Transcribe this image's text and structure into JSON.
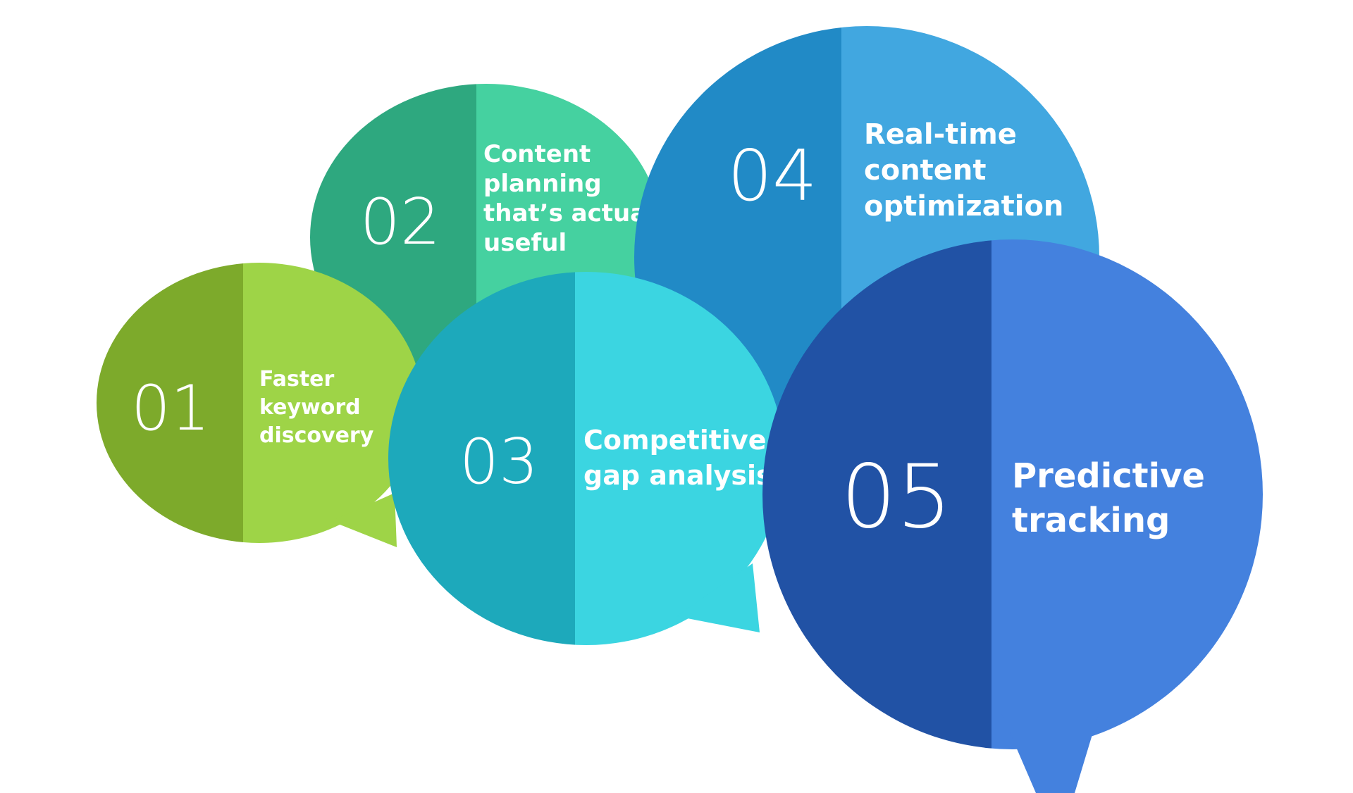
{
  "bubbles": [
    {
      "id": "b1",
      "number": "01",
      "lines": [
        "Faster",
        "keyword",
        "discovery"
      ],
      "dark_color": "#7DAA2B",
      "light_color": "#9ED447"
    },
    {
      "id": "b2",
      "number": "02",
      "lines": [
        "Content",
        "planning",
        "that’s actually",
        "useful"
      ],
      "dark_color": "#2EA87F",
      "light_color": "#45D1A0"
    },
    {
      "id": "b3",
      "number": "03",
      "lines": [
        "Competitive",
        "gap analysis"
      ],
      "dark_color": "#1DA9BB",
      "light_color": "#3BD5E1"
    },
    {
      "id": "b4",
      "number": "04",
      "lines": [
        "Real-time",
        "content",
        "optimization"
      ],
      "dark_color": "#218AC6",
      "light_color": "#41A7E0"
    },
    {
      "id": "b5",
      "number": "05",
      "lines": [
        "Predictive",
        "tracking"
      ],
      "dark_color": "#2152A5",
      "light_color": "#4481DE"
    }
  ]
}
